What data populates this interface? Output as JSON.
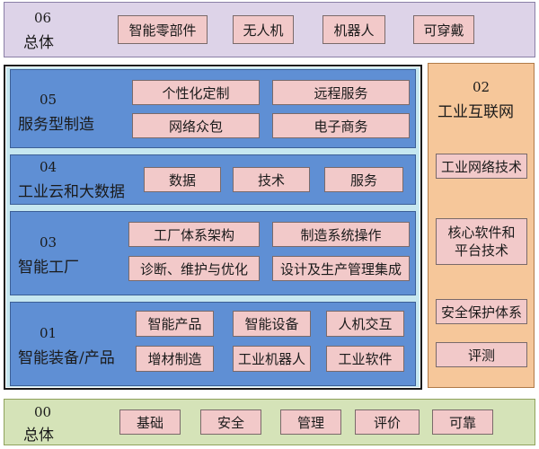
{
  "top": {
    "num": "06",
    "title": "总体",
    "items": [
      "智能零部件",
      "无人机",
      "机器人",
      "可穿戴"
    ]
  },
  "layers": [
    {
      "num": "05",
      "title": "服务型制造",
      "items": [
        "个性化定制",
        "远程服务",
        "网络众包",
        "电子商务"
      ]
    },
    {
      "num": "04",
      "title": "工业云和大数据",
      "items": [
        "数据",
        "技术",
        "服务"
      ]
    },
    {
      "num": "03",
      "title": "智能工厂",
      "items": [
        "工厂体系架构",
        "制造系统操作",
        "诊断、维护与优化",
        "设计及生产管理集成"
      ]
    },
    {
      "num": "01",
      "title": "智能装备/产品",
      "items": [
        "智能产品",
        "智能设备",
        "人机交互",
        "增材制造",
        "工业机器人",
        "工业软件"
      ]
    }
  ],
  "right": {
    "num": "02",
    "title": "工业互联网",
    "items": [
      "工业网络技术",
      "核心软件和平台技术",
      "安全保护体系",
      "评测"
    ]
  },
  "bottom": {
    "num": "00",
    "title": "总体",
    "items": [
      "基础",
      "安全",
      "管理",
      "评价",
      "可靠"
    ]
  },
  "colors": {
    "top_band": "#ddd3e8",
    "bottom_band": "#d5e3b8",
    "layer_blue": "#5f8fd4",
    "container_cyan": "#c6e7f0",
    "right_column": "#f6c79a",
    "chip": "#f2c9c9"
  }
}
